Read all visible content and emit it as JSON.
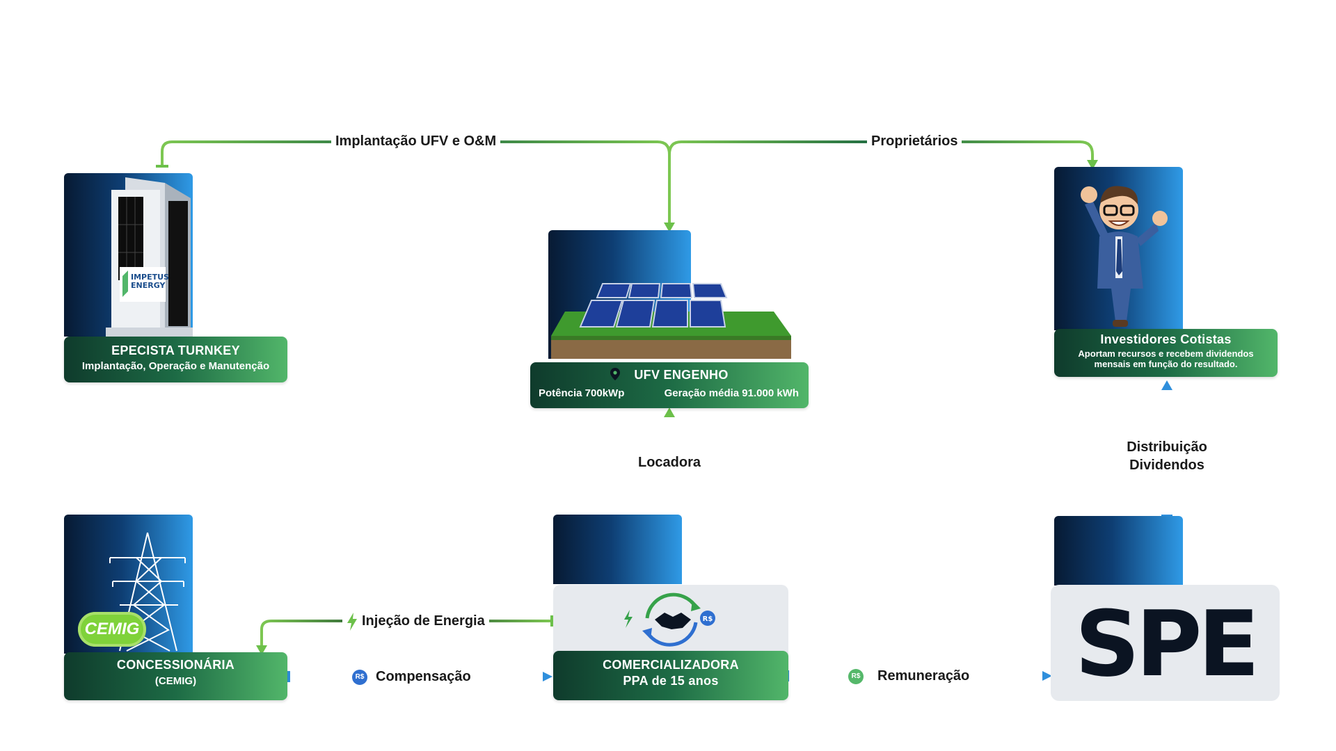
{
  "colors": {
    "green_link": "#6cc04a",
    "blue_link": "#2f8fdc",
    "dark_link": "#0f3b2c",
    "card_dark": "#0f3b2c",
    "card_light": "#52b66a",
    "tile_dark": "#071a33",
    "tile_light": "#2f9ae6"
  },
  "edges": {
    "implantacao": "Implantação UFV e O&M",
    "proprietarios": "Proprietários",
    "locadora": "Locadora",
    "distribuicao_line1": "Distribuição",
    "distribuicao_line2": "Dividendos",
    "injecao": "Injeção de Energia",
    "compensacao": "Compensação",
    "remuneracao": "Remuneração"
  },
  "nodes": {
    "epecista": {
      "title": "EPECISTA TURNKEY",
      "subtitle": "Implantação, Operação e Manutenção",
      "logo_line1": "IMPETUS",
      "logo_line2": "ENERGY",
      "icon": "office-building-icon"
    },
    "ufv": {
      "title": "UFV ENGENHO",
      "potencia": "Potência 700kWp",
      "geracao": "Geração média 91.000 kWh",
      "icon": "location-pin-icon"
    },
    "investidores": {
      "title": "Investidores Cotistas",
      "subtitle_line1": "Aportam recursos e recebem dividendos",
      "subtitle_line2": "mensais em função do resultado.",
      "icon": "investor-character-icon"
    },
    "concessionaria": {
      "title": "CONCESSIONÁRIA",
      "subtitle": "(CEMIG)",
      "logo": "CEMIG",
      "icon": "transmission-tower-icon"
    },
    "comercializadora": {
      "title": "COMERCIALIZADORA",
      "subtitle": "PPA de 15 anos",
      "icon": "handshake-icon",
      "badge": "R$"
    },
    "spe": {
      "title": "SPE"
    }
  },
  "coin_label": "R$"
}
